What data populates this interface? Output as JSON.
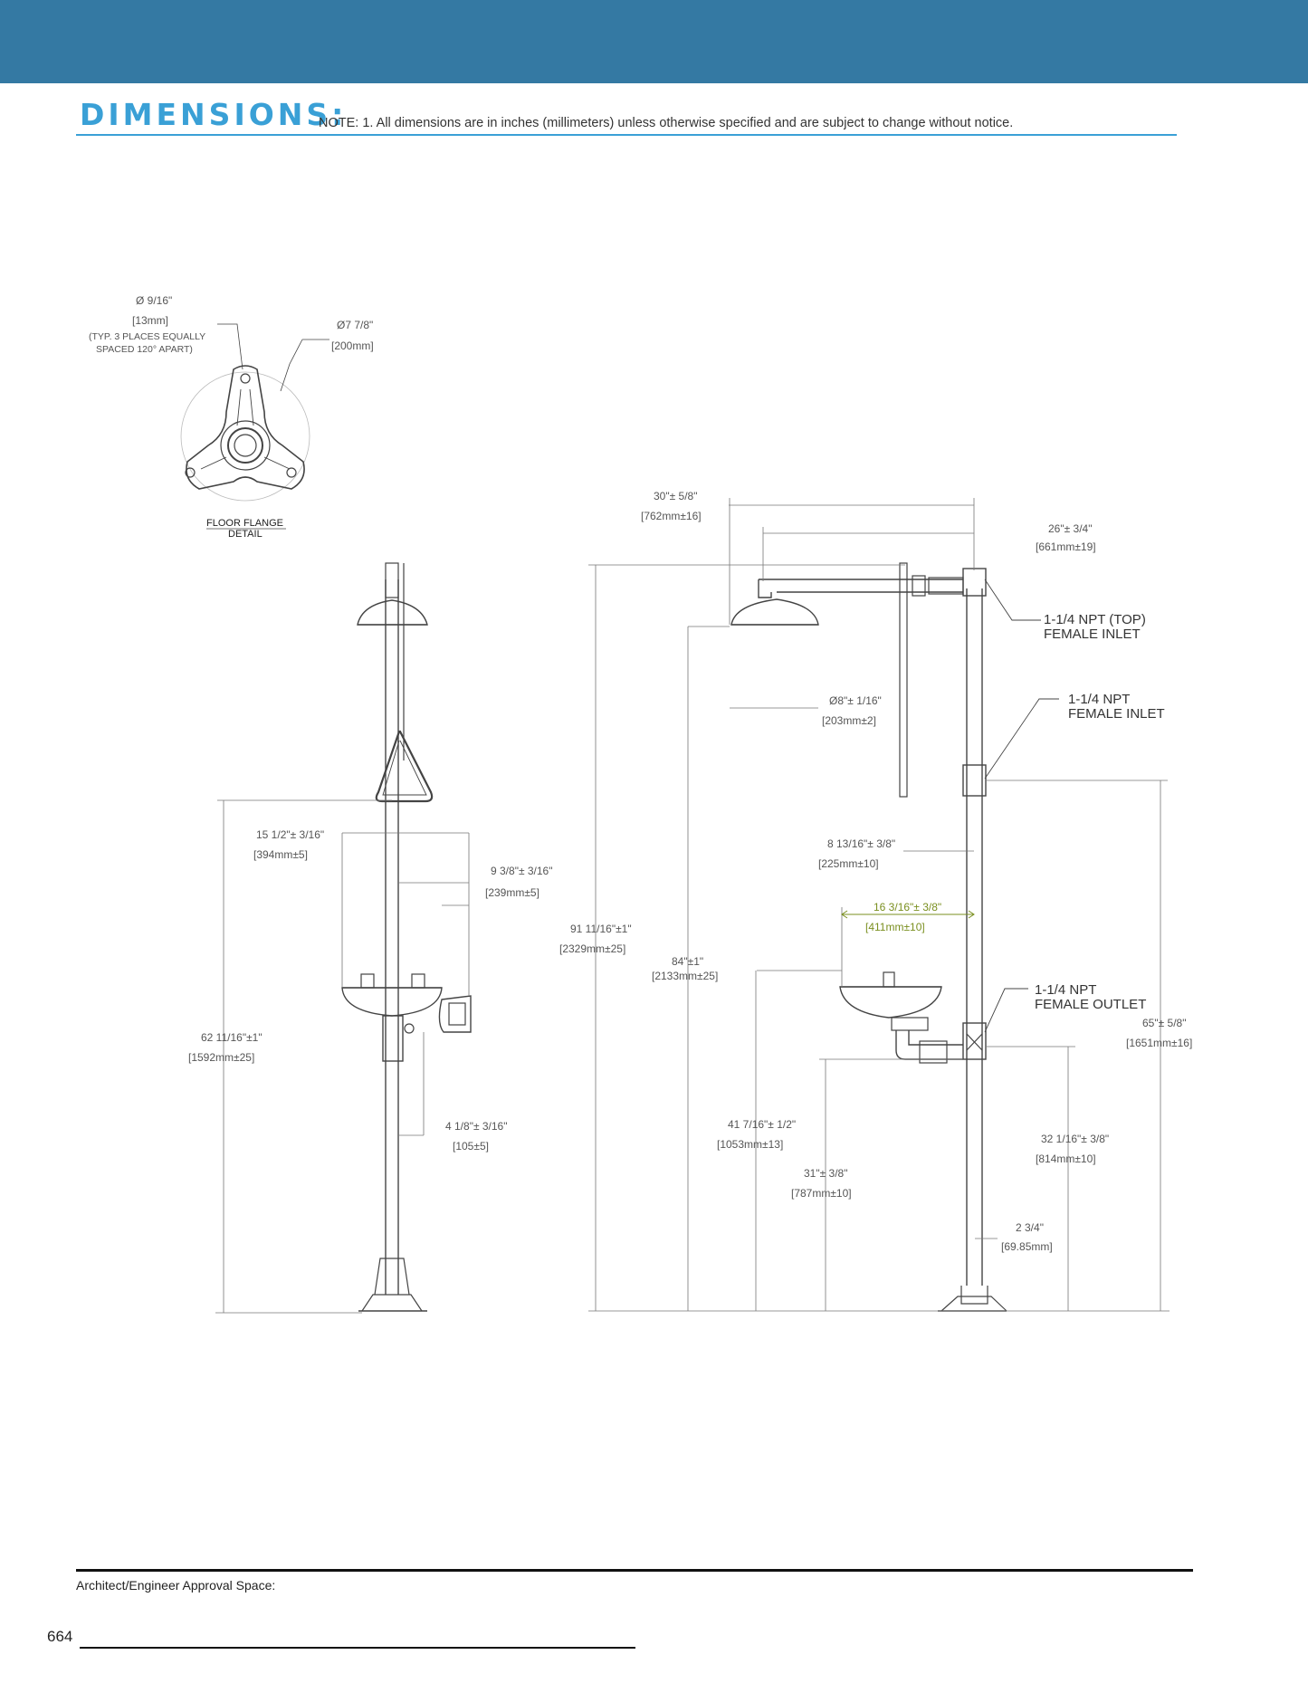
{
  "header": {
    "title": "DIMENSIONS:",
    "note": "NOTE: 1. All dimensions are in inches (millimeters) unless otherwise specified and are subject to change without notice."
  },
  "flange": {
    "hole_dia": "Ø 9/16\"",
    "hole_mm": "[13mm]",
    "hole_note_1": "(TYP. 3 PLACES EQUALLY",
    "hole_note_2": "SPACED 120° APART)",
    "outer_dia": "Ø7 7/8\"",
    "outer_mm": "[200mm]",
    "caption_1": "FLOOR FLANGE",
    "caption_2": "DETAIL"
  },
  "front_view": {
    "dim_bowl_to_handle": "15 1/2\"± 3/16\"",
    "dim_bowl_to_handle_mm": "[394mm±5]",
    "dim_pipe_to_bowl": "9 3/8\"± 3/16\"",
    "dim_pipe_to_bowl_mm": "[239mm±5]",
    "dim_bowl_height": "62 11/16\"±1\"",
    "dim_bowl_height_mm": "[1592mm±25]",
    "dim_valve_offset": "4 1/8\"± 3/16\"",
    "dim_valve_offset_mm": "[105±5]"
  },
  "side_view": {
    "dim_shower_reach": "30\"± 5/8\"",
    "dim_shower_reach_mm": "[762mm±16]",
    "dim_arm_length": "26\"± 3/4\"",
    "dim_arm_length_mm": "[661mm±19]",
    "top_inlet_1": "1-1/4 NPT (TOP)",
    "top_inlet_2": "FEMALE INLET",
    "side_inlet_1": "1-1/4 NPT",
    "side_inlet_2": "FEMALE INLET",
    "dim_head_dia": "Ø8\"± 1/16\"",
    "dim_head_dia_mm": "[203mm±2]",
    "dim_rod_offset": "8 13/16\"± 3/8\"",
    "dim_rod_offset_mm": "[225mm±10]",
    "dim_bowl_reach": "16 3/16\"± 3/8\"",
    "dim_bowl_reach_mm": "[411mm±10]",
    "dim_overall_height": "91 11/16\"±1\"",
    "dim_overall_height_mm": "[2329mm±25]",
    "dim_shower_height": "84\"±1\"",
    "dim_shower_height_mm": "[2133mm±25]",
    "outlet_1": "1-1/4 NPT",
    "outlet_2": "FEMALE OUTLET",
    "dim_side_inlet_height": "65\"± 5/8\"",
    "dim_side_inlet_height_mm": "[1651mm±16]",
    "dim_bowl_height": "41 7/16\"± 1/2\"",
    "dim_bowl_height_mm": "[1053mm±13]",
    "dim_outlet_height": "32 1/16\"± 3/8\"",
    "dim_outlet_height_mm": "[814mm±10]",
    "dim_valve_height": "31\"± 3/8\"",
    "dim_valve_height_mm": "[787mm±10]",
    "dim_pipe_dia": "2 3/4\"",
    "dim_pipe_dia_mm": "[69.85mm]"
  },
  "footer": {
    "approval_label": "Architect/Engineer Approval Space:",
    "page_number": "664"
  },
  "colors": {
    "header_bar": "#3479a3",
    "accent": "#3aa0d6",
    "highlight_dimension": "#7a8f1f"
  }
}
